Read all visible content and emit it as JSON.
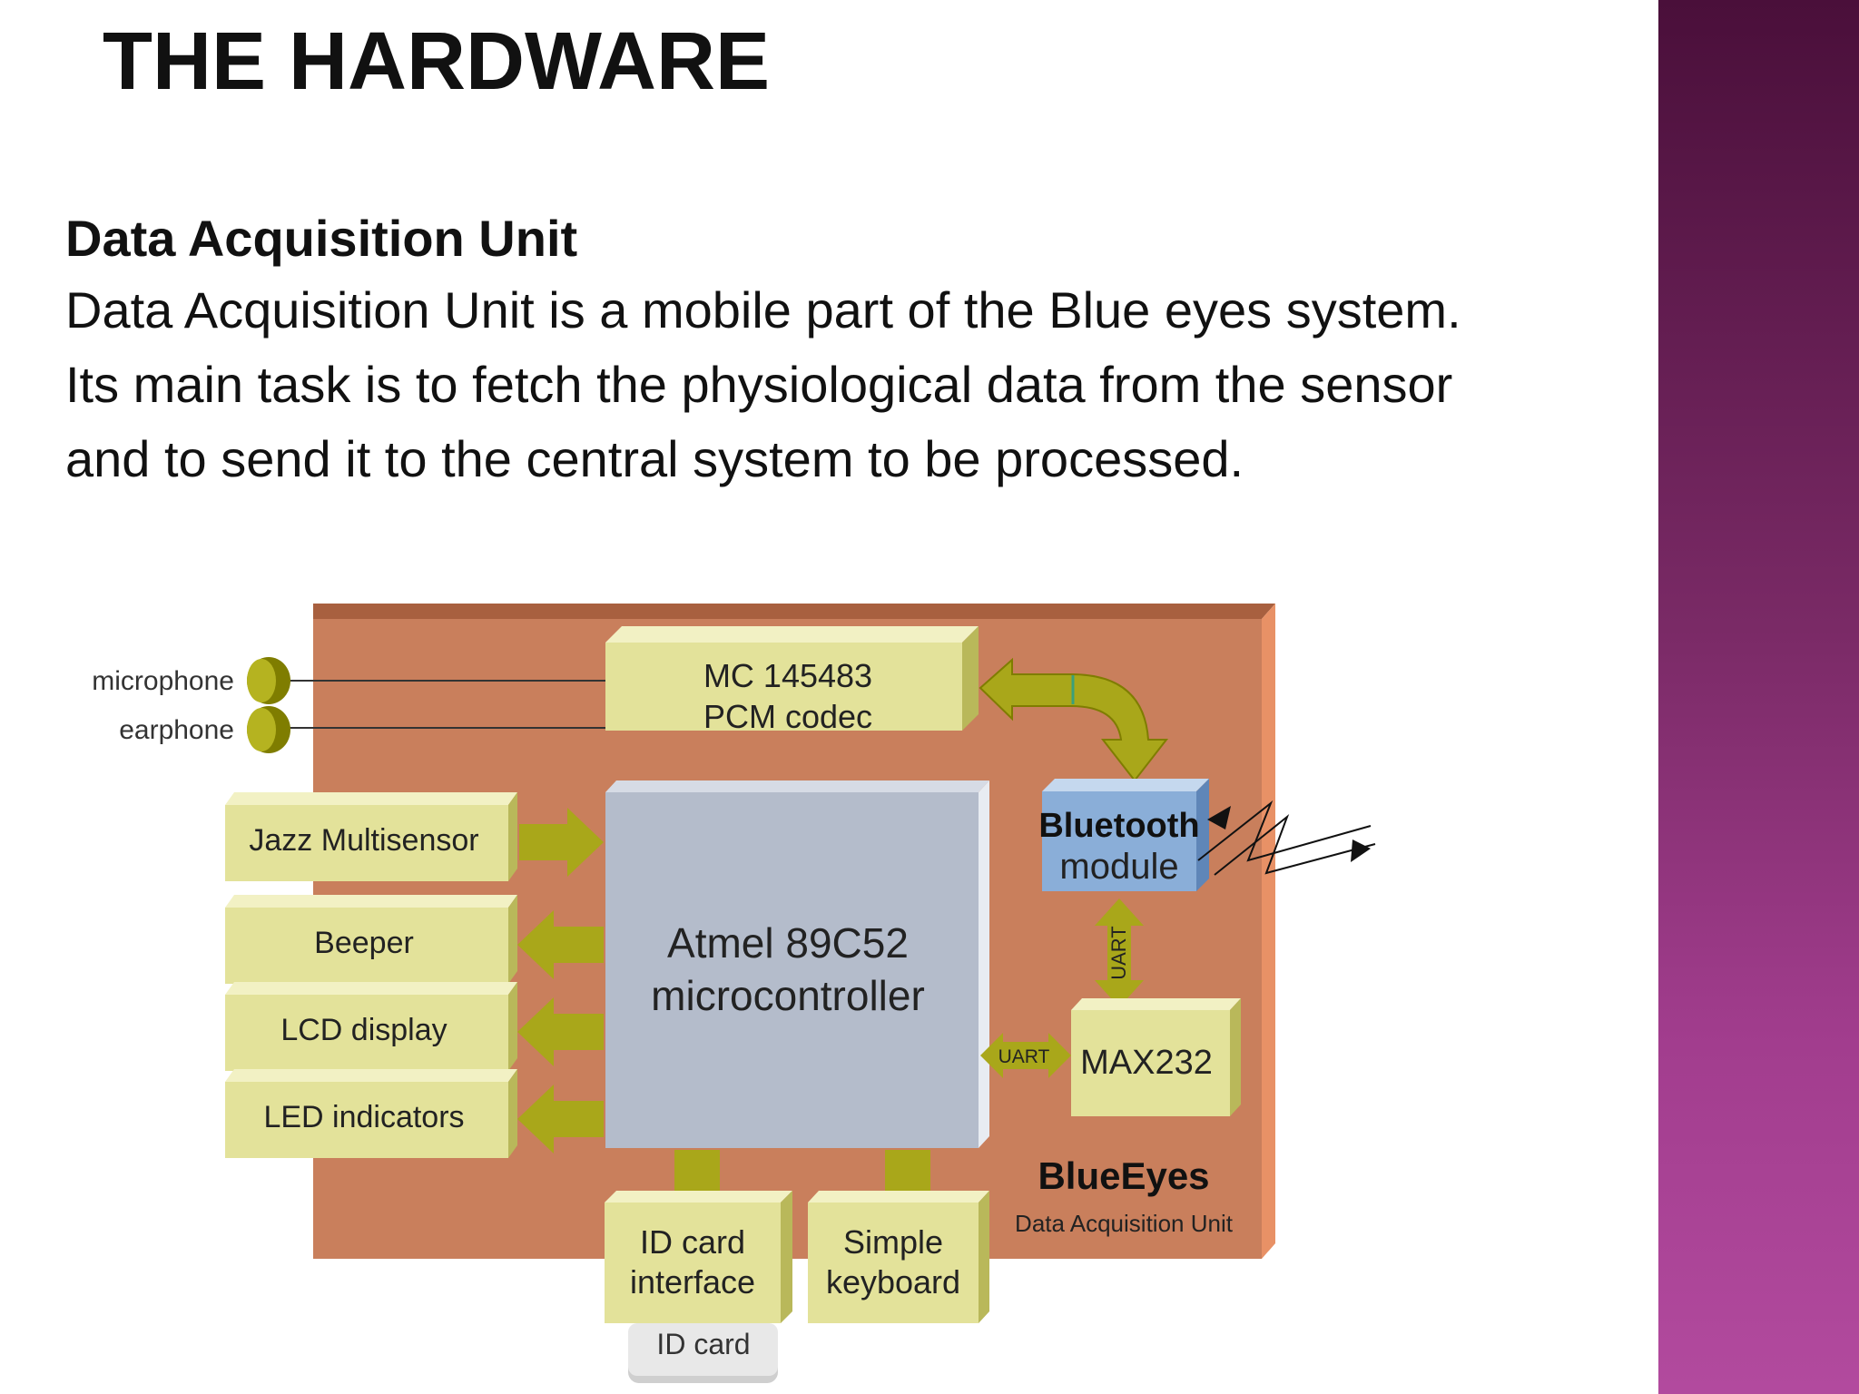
{
  "title": "THE HARDWARE",
  "section": {
    "heading": "Data Acquisition Unit",
    "lines": [
      "Data Acquisition Unit is a mobile part of the Blue eyes system.",
      "Its main task is to fetch the physiological data from the sensor",
      "and to send it to the central system to be processed."
    ]
  },
  "diagram": {
    "external": {
      "microphone": "microphone",
      "earphone": "earphone"
    },
    "codec": {
      "line1": "MC 145483",
      "line2": "PCM codec"
    },
    "bluetooth": {
      "line1": "Bluetooth",
      "line2": "module"
    },
    "mcu": {
      "line1": "Atmel 89C52",
      "line2": "microcontroller"
    },
    "peripherals": {
      "jazz": "Jazz Multisensor",
      "beeper": "Beeper",
      "lcd": "LCD display",
      "led": "LED indicators"
    },
    "max232": "MAX232",
    "uart_vertical": "UART",
    "uart_horizontal": "UART",
    "id_interface": {
      "line1": "ID card",
      "line2": "interface"
    },
    "keyboard": {
      "line1": "Simple",
      "line2": "keyboard"
    },
    "id_card": "ID card",
    "brand": "BlueEyes",
    "brand_sub": "Data Acquisition Unit"
  },
  "colors": {
    "board": "#c97f5c",
    "board_edge": "#a8603f",
    "block": "#e3e29a",
    "block_dark": "#a8a63c",
    "arrow": "#a9a71a",
    "mcu": "#b4bccb",
    "bluetooth": "#8aaed8",
    "side_band": "#7a2a66"
  }
}
